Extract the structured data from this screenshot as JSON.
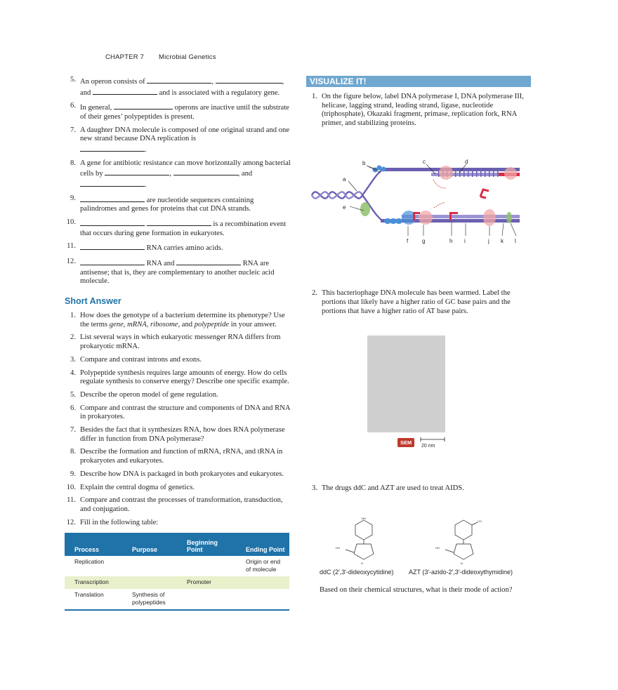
{
  "header": {
    "chapter": "CHAPTER 7",
    "title": "Microbial Genetics"
  },
  "fill_in": [
    {
      "n": "5.",
      "a": "An operon consists of",
      "b": ",",
      "c": ",",
      "d": "and",
      "e": "and is associated with a regulatory gene."
    },
    {
      "n": "6.",
      "a": "In general,",
      "b": "operons are inactive until the substrate of their genes’ polypeptides is present."
    },
    {
      "n": "7.",
      "a": "A daughter DNA molecule is composed of one original strand and one new strand because DNA replication is",
      "b": "."
    },
    {
      "n": "8.",
      "a": "A gene for antibiotic resistance can move horizontally among bacterial cells by",
      "b": ",",
      "c": ", and",
      "d": "."
    },
    {
      "n": "9.",
      "a": "are nucleotide sequences containing palindromes and genes for proteins that cut DNA strands."
    },
    {
      "n": "10.",
      "a": "is a recombination event that occurs during gene formation in eukaryotes."
    },
    {
      "n": "11.",
      "a": "RNA carries amino acids."
    },
    {
      "n": "12.",
      "a": "RNA and",
      "b": "RNA are antisense; that is, they are complementary to another nucleic acid molecule."
    }
  ],
  "short_answer": {
    "heading": "Short Answer",
    "q1": {
      "n": "1.",
      "pre": "How does the genotype of a bacterium determine its phenotype? Use the terms ",
      "terms": "gene, mRNA, ribosome,",
      "mid": " and ",
      "last": "polypeptide",
      "post": " in your answer."
    },
    "items": [
      {
        "n": "2.",
        "t": "List several ways in which eukaryotic messenger RNA differs from prokaryotic mRNA."
      },
      {
        "n": "3.",
        "t": "Compare and contrast introns and exons."
      },
      {
        "n": "4.",
        "t": "Polypeptide synthesis requires large amounts of energy. How do cells regulate synthesis to conserve energy? Describe one specific example."
      },
      {
        "n": "5.",
        "t": "Describe the operon model of gene regulation."
      },
      {
        "n": "6.",
        "t": "Compare and contrast the structure and components of DNA and RNA in prokaryotes."
      },
      {
        "n": "7.",
        "t": "Besides the fact that it synthesizes RNA, how does RNA polymerase differ in function from DNA polymerase?"
      },
      {
        "n": "8.",
        "t": "Describe the formation and function of mRNA, rRNA, and tRNA in prokaryotes and eukaryotes."
      },
      {
        "n": "9.",
        "t": "Describe how DNA is packaged in both prokaryotes and eukaryotes."
      },
      {
        "n": "10.",
        "t": "Explain the central dogma of genetics."
      },
      {
        "n": "11.",
        "t": "Compare and contrast the processes of transformation, transduction, and conjugation."
      },
      {
        "n": "12.",
        "t": "Fill in the following table:"
      }
    ]
  },
  "table": {
    "headers": [
      "Process",
      "Purpose",
      "Beginning Point",
      "Ending Point"
    ],
    "rows": [
      [
        "Replication",
        "",
        "",
        "Origin or end of molecule"
      ],
      [
        "Transcription",
        "",
        "Promoter",
        ""
      ],
      [
        "Translation",
        "Synthesis of polypeptides",
        "",
        ""
      ]
    ]
  },
  "visualize": {
    "banner": "VISUALIZE IT!",
    "q1": {
      "n": "1.",
      "t": "On the figure below, label DNA polymerase I, DNA polymerase III, helicase, lagging strand, leading strand, ligase, nucleotide (triphosphate), Okazaki fragment, primase, replication fork, RNA primer, and stabilizing proteins."
    },
    "fig_labels": [
      "a",
      "b",
      "c",
      "d",
      "e",
      "f",
      "g",
      "h",
      "i",
      "j",
      "k",
      "l"
    ],
    "q2": {
      "n": "2.",
      "t": "This bacteriophage DNA molecule has been warmed. Label the portions that likely have a higher ratio of GC base pairs and the portions that have a higher ratio of AT base pairs."
    },
    "sem": "SEM",
    "scale": "20 nm",
    "q3": {
      "n": "3.",
      "t": "The drugs ddC and AZT are used to treat AIDS."
    },
    "drug1": "ddC (2′,3′-dideoxycytidine)",
    "drug2": "AZT (3′-azido-2′,3′-dideoxythymidine)",
    "mode": "Based on their chemical structures, what is their mode of action?"
  },
  "colors": {
    "accent": "#1f73a8",
    "banner": "#6fa7cf",
    "alt_row": "#e8f0cc",
    "sem": "#c0392b"
  }
}
